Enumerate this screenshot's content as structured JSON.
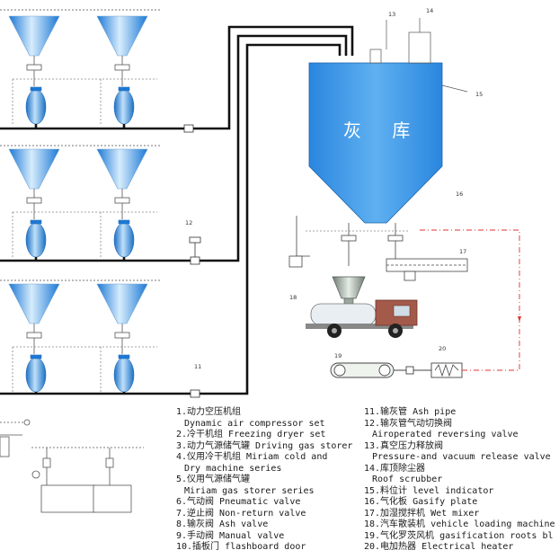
{
  "silo_label": "灰 库",
  "callouts": [
    "11",
    "12",
    "13",
    "14",
    "15",
    "16",
    "17",
    "18",
    "19",
    "20"
  ],
  "legend_left": [
    {
      "zh": "1.动力空压机组",
      "en": "Dynamic air compressor set"
    },
    {
      "zh": "2.冷干机组 Freezing dryer set",
      "en": ""
    },
    {
      "zh": "3.动力气源储气罐 Driving gas storer",
      "en": ""
    },
    {
      "zh": "4.仪用冷干机组 Miriam cold and",
      "en": "Dry machine series"
    },
    {
      "zh": "5.仪用气源储气罐",
      "en": "Miriam gas storer series"
    },
    {
      "zh": "6.气动阀 Pneumatic valve",
      "en": ""
    },
    {
      "zh": "7.逆止阀 Non-return valve",
      "en": ""
    },
    {
      "zh": "8.输灰阀 Ash valve",
      "en": ""
    },
    {
      "zh": "9.手动阀 Manual valve",
      "en": ""
    },
    {
      "zh": "10.插板门 flashboard door",
      "en": ""
    }
  ],
  "legend_right": [
    {
      "zh": "11.输灰管  Ash  pipe",
      "en": ""
    },
    {
      "zh": "12.输灰管气动切换阀",
      "en": "Airoperated reversing valve"
    },
    {
      "zh": "13.真空压力释放阀",
      "en": "Pressure-and vacuum release valve"
    },
    {
      "zh": "14.库顶除尘器",
      "en": "Roof scrubber"
    },
    {
      "zh": "15.料位计 level indicator",
      "en": ""
    },
    {
      "zh": "16.气化板 Gasify plate",
      "en": ""
    },
    {
      "zh": "17.加湿搅拌机 Wet mixer",
      "en": ""
    },
    {
      "zh": "18.汽车散装机 vehicle loading machine",
      "en": ""
    },
    {
      "zh": "19.气化罗茨风机 gasification roots bl",
      "en": ""
    },
    {
      "zh": "20.电加热器 Electrical heater",
      "en": ""
    }
  ],
  "colors": {
    "blue_deep": "#1b78d6",
    "blue_light": "#cfe6fa",
    "pipe": "#111111",
    "heater_line": "#e03030",
    "truck": "#a35a4a"
  }
}
